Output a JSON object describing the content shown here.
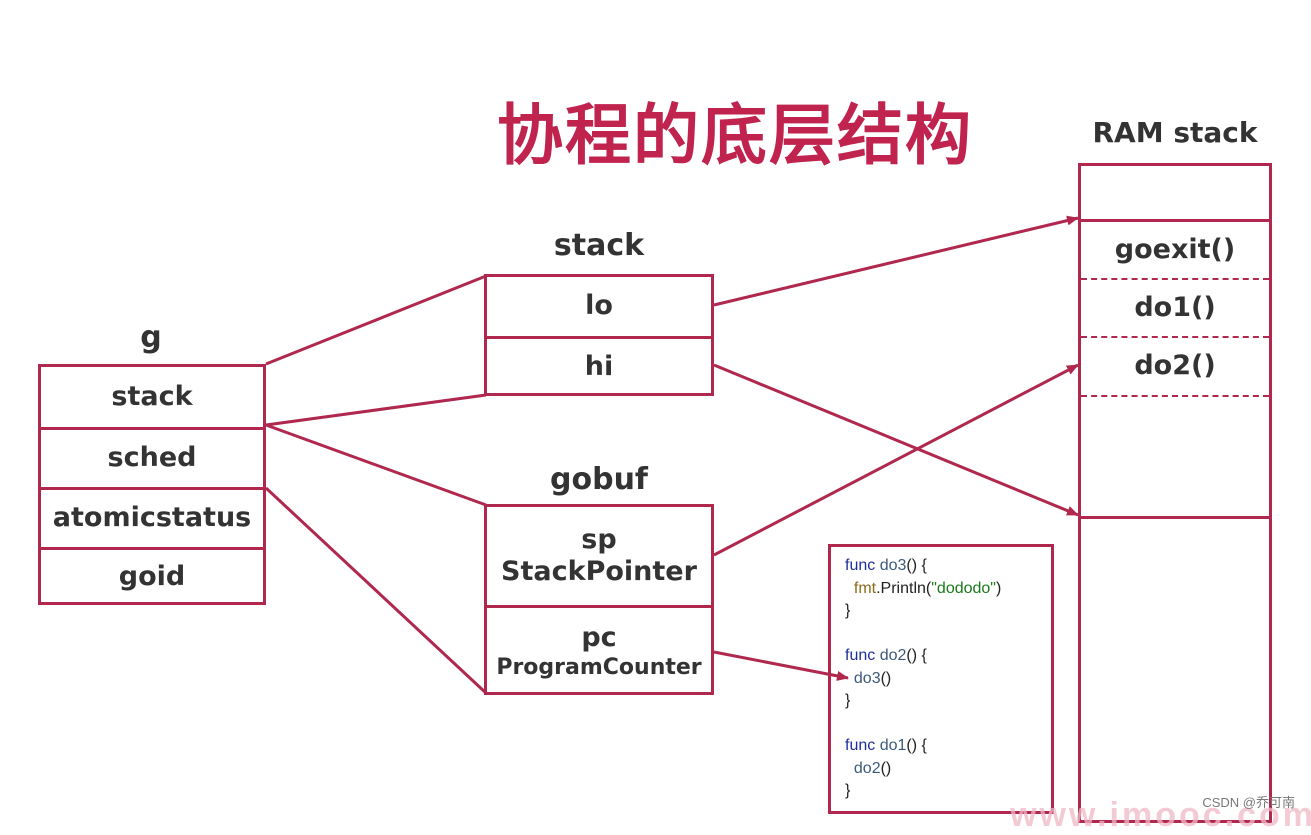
{
  "title": "协程的底层结构",
  "g": {
    "label": "g",
    "fields": [
      "stack",
      "sched",
      "atomicstatus",
      "goid"
    ]
  },
  "stack_struct": {
    "label": "stack",
    "fields": [
      "lo",
      "hi"
    ]
  },
  "gobuf": {
    "label": "gobuf",
    "sp": {
      "name": "sp",
      "full": "StackPointer"
    },
    "pc": {
      "name": "pc",
      "full": "ProgramCounter"
    }
  },
  "ram_stack": {
    "label": "RAM stack",
    "frames": [
      "goexit()",
      "do1()",
      "do2()"
    ]
  },
  "code": [
    {
      "kw": "func",
      "fn": " do3",
      "rest": "() {"
    },
    {
      "indent": "  ",
      "pkg": "fmt",
      "rest": ".Println(",
      "str": "\"dododo\"",
      "end": ")"
    },
    {
      "rest": "}"
    },
    {
      "rest": ""
    },
    {
      "kw": "func",
      "fn": " do2",
      "rest": "() {"
    },
    {
      "indent": "  ",
      "fn2": "do3",
      "rest": "()"
    },
    {
      "rest": "}"
    },
    {
      "rest": ""
    },
    {
      "kw": "func",
      "fn": " do1",
      "rest": "() {"
    },
    {
      "indent": "  ",
      "fn2": "do2",
      "rest": "()"
    },
    {
      "rest": "}"
    }
  ],
  "colors": {
    "accent": "#b0284e",
    "title": "#c0234e",
    "text": "#333333"
  },
  "watermark": "CSDN @乔可南",
  "site_watermark": "www.imooc.com"
}
